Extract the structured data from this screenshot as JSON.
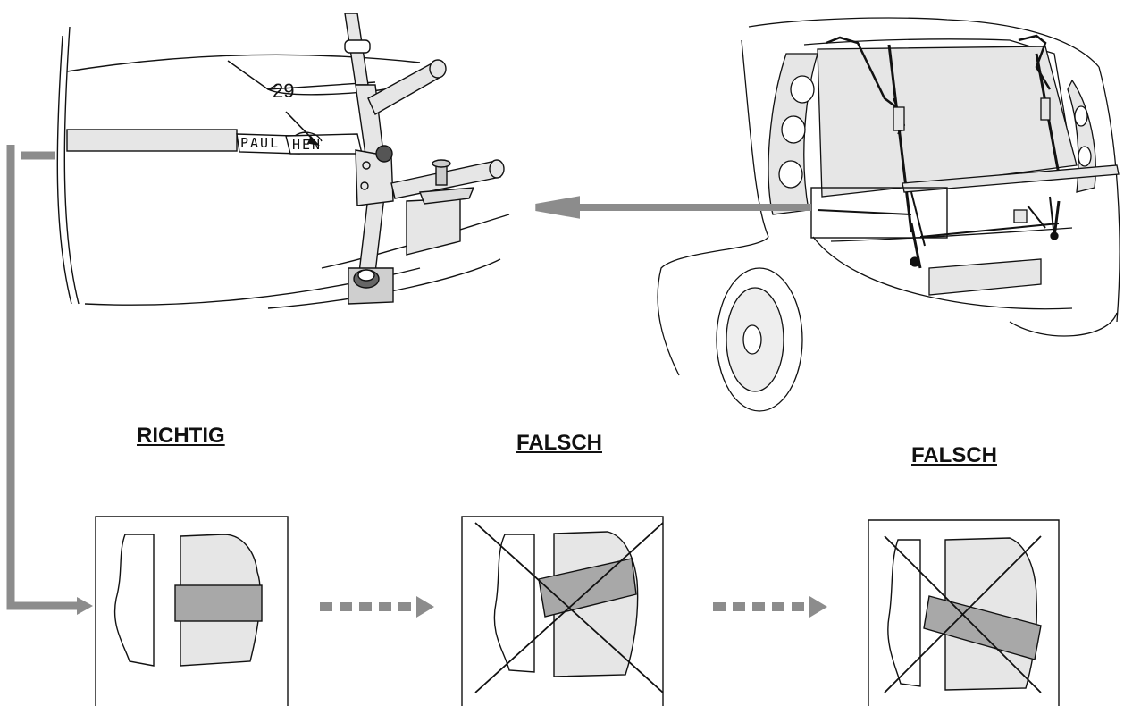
{
  "labels": {
    "correct": "RICHTIG",
    "wrong_1": "FALSCH",
    "wrong_2": "FALSCH"
  },
  "callout": {
    "number": "29"
  },
  "strap_text": {
    "part1": "PAUL",
    "part2": "HEN"
  },
  "colors": {
    "line": "#111111",
    "arrow": "#8c8c8c",
    "panel_fill": "#e6e6e6",
    "strap_fill": "#a8a8a8"
  }
}
